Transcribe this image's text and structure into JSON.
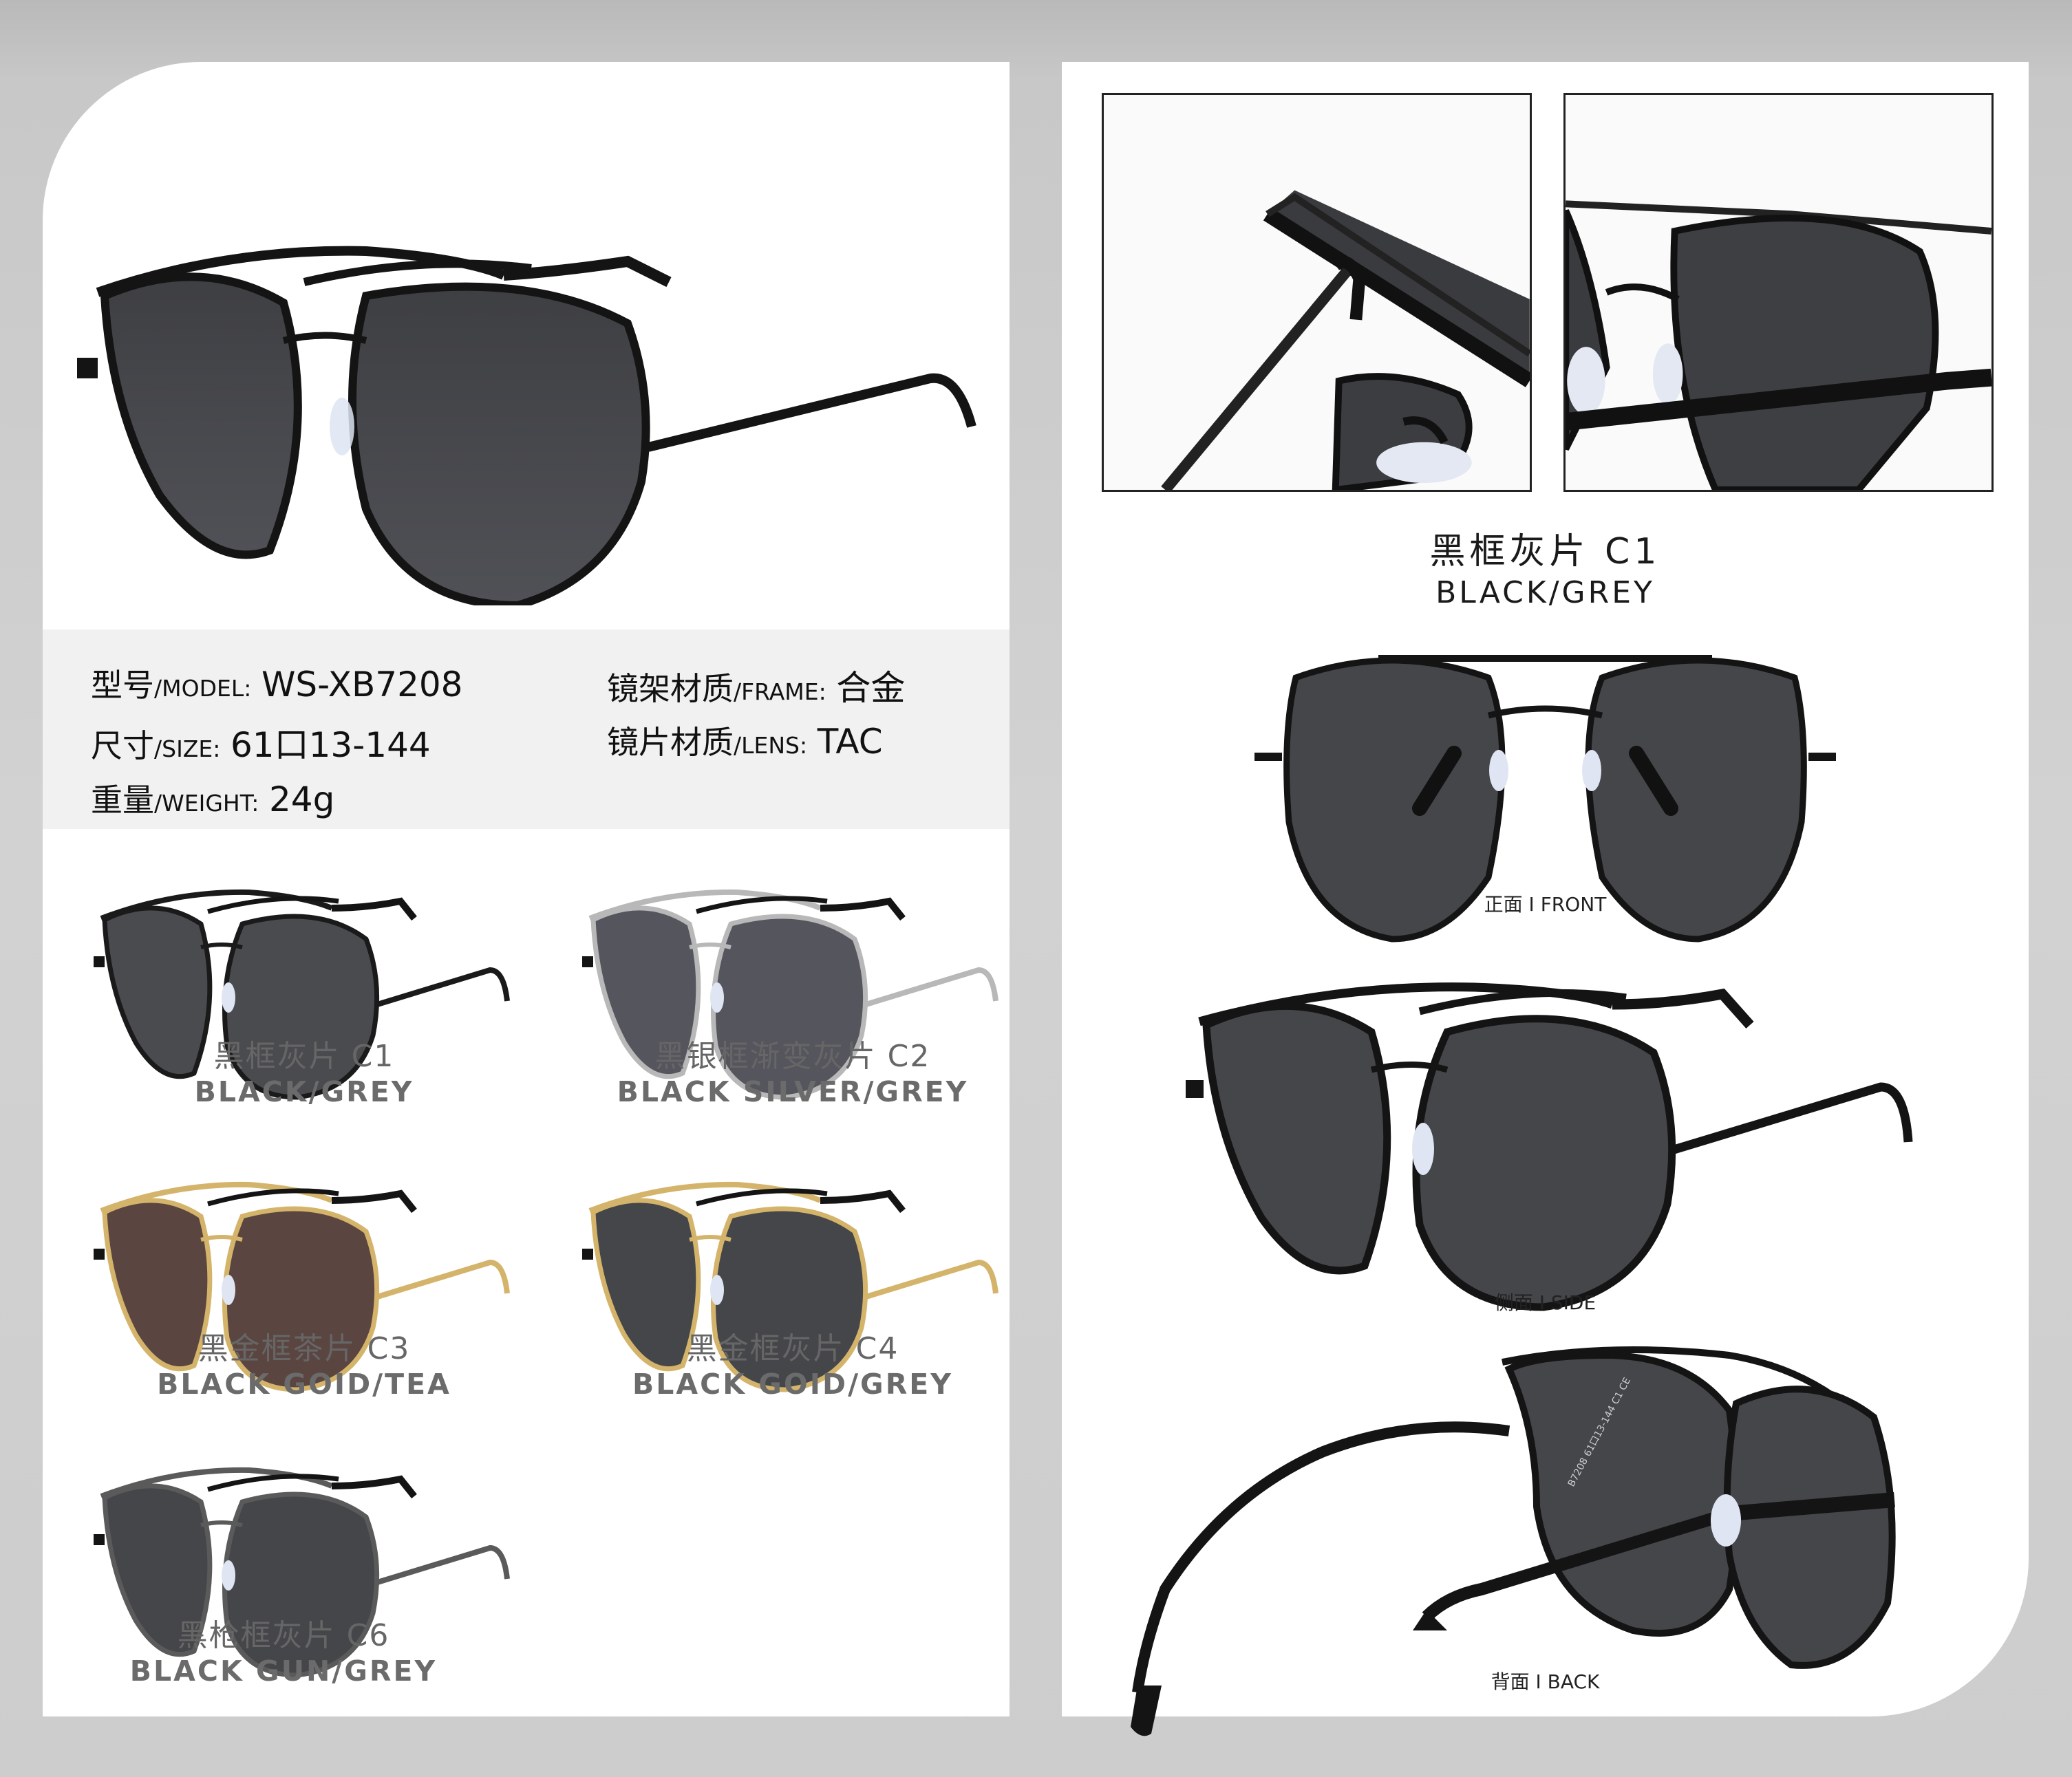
{
  "specs": {
    "model": {
      "label_cn": "型号",
      "label_en": "/MODEL:",
      "value": "WS-XB7208"
    },
    "frame": {
      "label_cn": "镜架材质",
      "label_en": "/FRAME:",
      "value": "合金"
    },
    "size": {
      "label_cn": "尺寸",
      "label_en": "/SIZE:",
      "value": "61口13-144"
    },
    "lens": {
      "label_cn": "镜片材质",
      "label_en": "/LENS:",
      "value": "TAC"
    },
    "weight": {
      "label_cn": "重量",
      "label_en": "/WEIGHT:",
      "value": "24g"
    }
  },
  "variants": [
    {
      "cn": "黑框灰片 C1",
      "en": "BLACK/GREY",
      "frame_color": "#1a1a1a",
      "lens_color": "#4a4b4f"
    },
    {
      "cn": "黑银框渐变灰片 C2",
      "en": "BLACK SILVER/GREY",
      "frame_color": "#b8b8b8",
      "lens_color": "#55555e"
    },
    {
      "cn": "黑金框茶片 C3",
      "en": "BLACK GOID/TEA",
      "frame_color": "#d4b46a",
      "lens_color": "#5a4540"
    },
    {
      "cn": "黑金框灰片 C4",
      "en": "BLACK GOID/GREY",
      "frame_color": "#d4b46a",
      "lens_color": "#45464a"
    },
    {
      "cn": "黑枪框灰片 C6",
      "en": "BLACK GUN/GREY",
      "frame_color": "#5a5a5a",
      "lens_color": "#45464a"
    }
  ],
  "featured": {
    "cn": "黑框灰片 C1",
    "en": "BLACK/GREY"
  },
  "views": {
    "front": "正面 I FRONT",
    "side": "侧面 I SIDE",
    "back": "背面 I BACK"
  },
  "temple_imprint": "B7208 61口13-144 C1 CE",
  "colors": {
    "frame_black": "#141414",
    "lens_grey": "#46474b",
    "band_grey": "#f1f1f1"
  }
}
